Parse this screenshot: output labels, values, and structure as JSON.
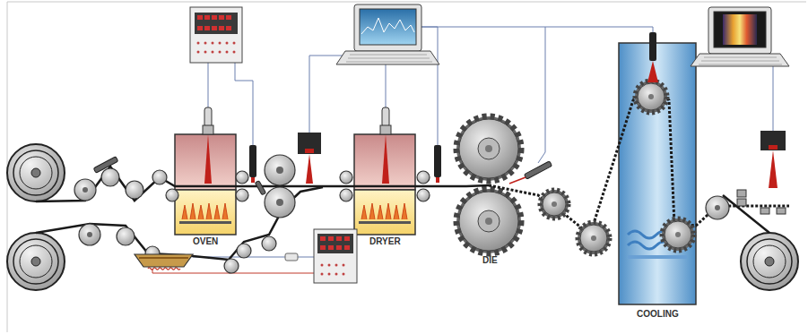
{
  "diagram": {
    "labels": [
      "OVEN",
      "DRYER",
      "DIE",
      "COOLING"
    ]
  }
}
